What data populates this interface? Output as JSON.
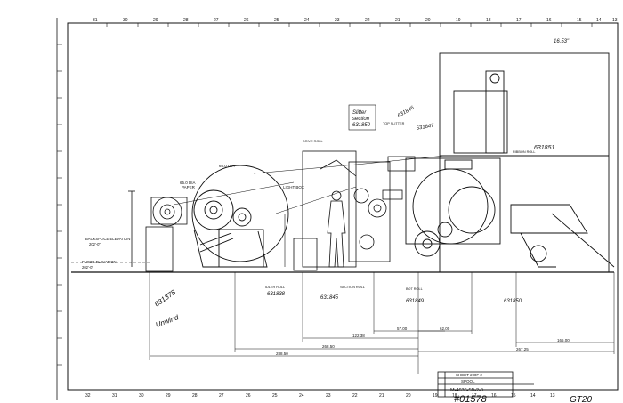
{
  "border": {
    "top_numbers": [
      "31",
      "30",
      "29",
      "28",
      "27",
      "26",
      "25",
      "24",
      "23",
      "22",
      "21",
      "20",
      "19",
      "18",
      "17",
      "16",
      "15",
      "14",
      "13"
    ],
    "bottom_numbers": [
      "32",
      "31",
      "30",
      "29",
      "28",
      "27",
      "26",
      "25",
      "24",
      "23",
      "22",
      "21",
      "20",
      "19",
      "18",
      "17",
      "16",
      "15",
      "14",
      "13"
    ]
  },
  "handwritten": {
    "top_right": "16.53\"",
    "note_code": "631378",
    "note_text": "Unwind",
    "slitter_line1": "Slitter",
    "slitter_line2": "section",
    "slitter_code": "631850",
    "code_1": "631846",
    "code_2": "631847",
    "code_3": "631851",
    "code_4": "631838",
    "code_5": "631845",
    "code_6": "631849",
    "code_7": "631850",
    "doc_number": "#01578",
    "doc_suffix": "GT20"
  },
  "labels": {
    "backsplice": "BACKSPLICE ELEVATION",
    "backsplice_value": "202'-0\"",
    "floor": "FLOOR ELEVATION",
    "floor_value": "202'-0\"",
    "paper_dia": "65.0 DIA",
    "paper_dia2": "PAPER",
    "roll_dia": "65.0 DIA",
    "light_box": "LIGHT BOX",
    "drive_roll": "DRIVE ROLL",
    "section_roll": "SECTION ROLL",
    "ribbon_roll": "RIBBON ROLL",
    "top_slitter": "TOP SLITTER",
    "bot_roll": "BOT ROLL",
    "idler_roll": "IDLER ROLL"
  },
  "dimensions": {
    "d1": "122.38",
    "d2": "268.50",
    "d3": "288.50",
    "d4": "57.00",
    "d5": "62.00",
    "d6": "165.00",
    "d7": "267.25"
  },
  "title_block": {
    "sheet": "SHEET 2 OF 2",
    "scale": "SPOOL",
    "drawing_no": "M-4636-5B-2-0"
  }
}
